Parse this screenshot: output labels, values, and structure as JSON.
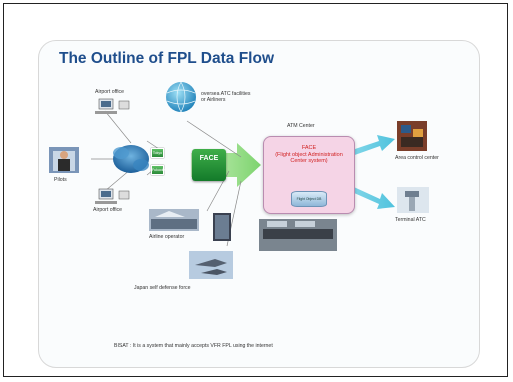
{
  "slide": {
    "title": "The Outline of FPL Data Flow"
  },
  "nodes": {
    "airport_office_top": "Airport office",
    "airport_office_bottom": "Airport office",
    "pilots": "Pilots",
    "oversea": "oversea ATC facilities\nor Airliners",
    "atm_center": "ATM Center",
    "face": "FACE",
    "face_detail": "FACE\n(Flight object Administration\nCenter system)",
    "flight_object_db": "Flight Object DB",
    "airline_operator": "Airline operator",
    "jsdf": "Japan self defense force",
    "area_control": "Area control center",
    "terminal_atc": "Terminal ATC",
    "small_boxes": [
      "Tokyo",
      "Fukuoka"
    ]
  },
  "note": "BISAT : It is a system that mainly accepts VFR FPL using the internet",
  "colors": {
    "title": "#1f4e8c",
    "face_green": "#2b8a39",
    "atm_pink": "#f5d4e6",
    "arrow_blue": "#6fd0e3",
    "arrow_green": "#8fd87e",
    "face_red_text": "#d12222"
  }
}
